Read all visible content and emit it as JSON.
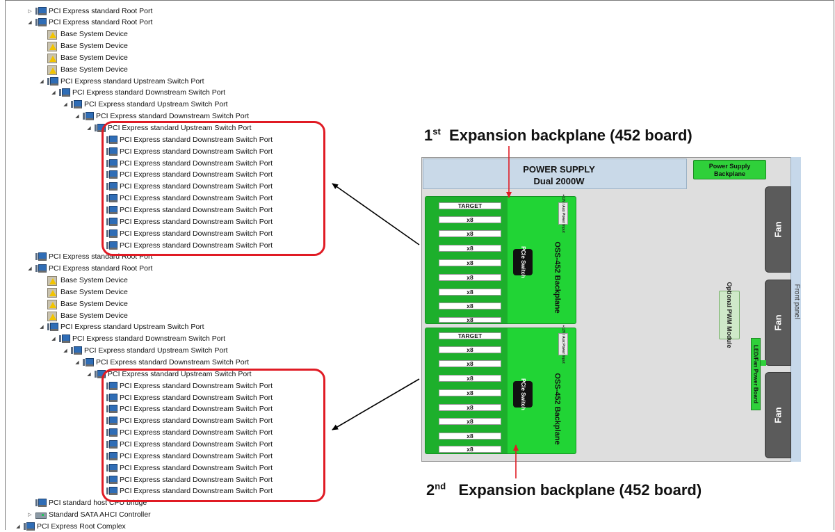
{
  "tree": [
    {
      "label": "PCI Express standard Root Port",
      "icon": "pci-device-icon",
      "expander": "collapsed",
      "indent": 0
    },
    {
      "label": "PCI Express standard Root Port",
      "icon": "pci-device-icon",
      "expander": "expanded",
      "indent": 0
    },
    {
      "label": "Base System Device",
      "icon": "warning-device-icon",
      "expander": "none",
      "indent": 1
    },
    {
      "label": "Base System Device",
      "icon": "warning-device-icon",
      "expander": "none",
      "indent": 1
    },
    {
      "label": "Base System Device",
      "icon": "warning-device-icon",
      "expander": "none",
      "indent": 1
    },
    {
      "label": "Base System Device",
      "icon": "warning-device-icon",
      "expander": "none",
      "indent": 1
    },
    {
      "label": "PCI Express standard Upstream Switch Port",
      "icon": "pci-device-icon",
      "expander": "expanded",
      "indent": 1
    },
    {
      "label": "PCI Express standard Downstream Switch Port",
      "icon": "pci-device-icon",
      "expander": "expanded",
      "indent": 2
    },
    {
      "label": "PCI Express standard Upstream Switch Port",
      "icon": "pci-device-icon",
      "expander": "expanded",
      "indent": 3
    },
    {
      "label": "PCI Express standard Downstream Switch Port",
      "icon": "pci-device-icon",
      "expander": "expanded",
      "indent": 4
    },
    {
      "label": "PCI Express standard Upstream Switch Port",
      "icon": "pci-device-icon",
      "expander": "expanded",
      "indent": 5
    },
    {
      "label": "PCI Express standard Downstream Switch Port",
      "icon": "pci-device-icon",
      "expander": "none",
      "indent": 6
    },
    {
      "label": "PCI Express standard Downstream Switch Port",
      "icon": "pci-device-icon",
      "expander": "none",
      "indent": 6
    },
    {
      "label": "PCI Express standard Downstream Switch Port",
      "icon": "pci-device-icon",
      "expander": "none",
      "indent": 6
    },
    {
      "label": "PCI Express standard Downstream Switch Port",
      "icon": "pci-device-icon",
      "expander": "none",
      "indent": 6
    },
    {
      "label": "PCI Express standard Downstream Switch Port",
      "icon": "pci-device-icon",
      "expander": "none",
      "indent": 6
    },
    {
      "label": "PCI Express standard Downstream Switch Port",
      "icon": "pci-device-icon",
      "expander": "none",
      "indent": 6
    },
    {
      "label": "PCI Express standard Downstream Switch Port",
      "icon": "pci-device-icon",
      "expander": "none",
      "indent": 6
    },
    {
      "label": "PCI Express standard Downstream Switch Port",
      "icon": "pci-device-icon",
      "expander": "none",
      "indent": 6
    },
    {
      "label": "PCI Express standard Downstream Switch Port",
      "icon": "pci-device-icon",
      "expander": "none",
      "indent": 6
    },
    {
      "label": "PCI Express standard Downstream Switch Port",
      "icon": "pci-device-icon",
      "expander": "none",
      "indent": 6
    },
    {
      "label": "PCI Express standard Root Port",
      "icon": "pci-device-icon",
      "expander": "none",
      "indent": 0
    },
    {
      "label": "PCI Express standard Root Port",
      "icon": "pci-device-icon",
      "expander": "expanded",
      "indent": 0
    },
    {
      "label": "Base System Device",
      "icon": "warning-device-icon",
      "expander": "none",
      "indent": 1
    },
    {
      "label": "Base System Device",
      "icon": "warning-device-icon",
      "expander": "none",
      "indent": 1
    },
    {
      "label": "Base System Device",
      "icon": "warning-device-icon",
      "expander": "none",
      "indent": 1
    },
    {
      "label": "Base System Device",
      "icon": "warning-device-icon",
      "expander": "none",
      "indent": 1
    },
    {
      "label": "PCI Express standard Upstream Switch Port",
      "icon": "pci-device-icon",
      "expander": "expanded",
      "indent": 1
    },
    {
      "label": "PCI Express standard Downstream Switch Port",
      "icon": "pci-device-icon",
      "expander": "expanded",
      "indent": 2
    },
    {
      "label": "PCI Express standard Upstream Switch Port",
      "icon": "pci-device-icon",
      "expander": "expanded",
      "indent": 3
    },
    {
      "label": "PCI Express standard Downstream Switch Port",
      "icon": "pci-device-icon",
      "expander": "expanded",
      "indent": 4
    },
    {
      "label": "PCI Express standard Upstream Switch Port",
      "icon": "pci-device-icon",
      "expander": "expanded",
      "indent": 5
    },
    {
      "label": "PCI Express standard Downstream Switch Port",
      "icon": "pci-device-icon",
      "expander": "none",
      "indent": 6
    },
    {
      "label": "PCI Express standard Downstream Switch Port",
      "icon": "pci-device-icon",
      "expander": "none",
      "indent": 6
    },
    {
      "label": "PCI Express standard Downstream Switch Port",
      "icon": "pci-device-icon",
      "expander": "none",
      "indent": 6
    },
    {
      "label": "PCI Express standard Downstream Switch Port",
      "icon": "pci-device-icon",
      "expander": "none",
      "indent": 6
    },
    {
      "label": "PCI Express standard Downstream Switch Port",
      "icon": "pci-device-icon",
      "expander": "none",
      "indent": 6
    },
    {
      "label": "PCI Express standard Downstream Switch Port",
      "icon": "pci-device-icon",
      "expander": "none",
      "indent": 6
    },
    {
      "label": "PCI Express standard Downstream Switch Port",
      "icon": "pci-device-icon",
      "expander": "none",
      "indent": 6
    },
    {
      "label": "PCI Express standard Downstream Switch Port",
      "icon": "pci-device-icon",
      "expander": "none",
      "indent": 6
    },
    {
      "label": "PCI Express standard Downstream Switch Port",
      "icon": "pci-device-icon",
      "expander": "none",
      "indent": 6
    },
    {
      "label": "PCI Express standard Downstream Switch Port",
      "icon": "pci-device-icon",
      "expander": "none",
      "indent": 6
    },
    {
      "label": "PCI standard host CPU bridge",
      "icon": "pci-device-icon",
      "expander": "none",
      "indent": 0
    },
    {
      "label": "Standard SATA AHCI Controller",
      "icon": "storage-controller-icon",
      "expander": "collapsed",
      "indent": 0
    },
    {
      "label": "PCI Express Root Complex",
      "icon": "pci-device-icon",
      "expander": "expanded",
      "indent": -1
    }
  ],
  "diagram": {
    "heading_top": {
      "ordinal": "1",
      "suffix": "st",
      "text": "Expansion backplane (452 board)"
    },
    "heading_bottom": {
      "ordinal": "2",
      "suffix": "nd",
      "text": "Expansion backplane (452 board)"
    },
    "power_supply": {
      "line1": "POWER SUPPLY",
      "line2": "Dual 2000W"
    },
    "power_supply_backplane": "Power Supply Backplane",
    "fan_label": "Fan",
    "front_panel": "Front panel",
    "pwm_module": "Optional PWM Module",
    "led_fan_board": "LED/Fan Power Board",
    "backplane_name": "OSS-452 Backplane",
    "pcie_switch": "PCIe Switch",
    "power_input": "+12V / Aux Power Input",
    "target_slot": "TARGET",
    "lane_slot": "x8",
    "lane_slot_count": 8,
    "colors": {
      "box": "#e01b24",
      "board": "#21d435",
      "arrow_red": "#e01b24"
    }
  }
}
